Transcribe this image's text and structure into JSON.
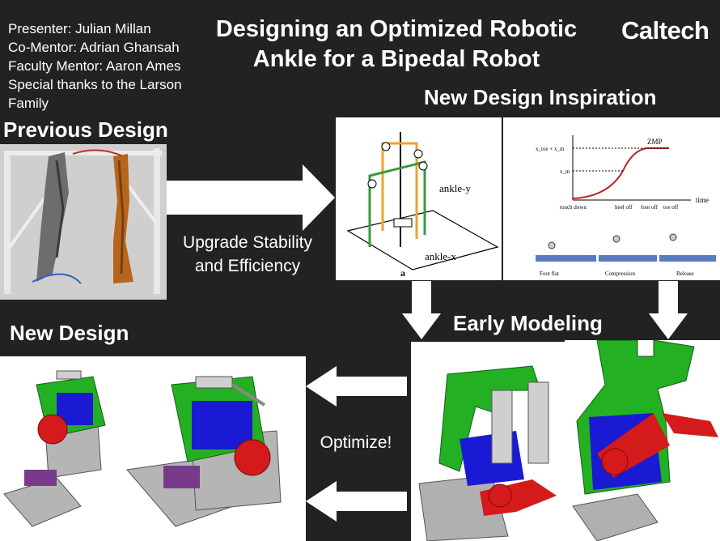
{
  "credits": {
    "presenter": "Presenter: Julian Millan",
    "co_mentor": "Co-Mentor: Adrian Ghansah",
    "faculty_mentor": "Faculty Mentor: Aaron Ames",
    "thanks_line1": "Special thanks to the Larson",
    "thanks_line2": "Family"
  },
  "title": {
    "line1": "Designing an Optimized Robotic",
    "line2": "Ankle for a Bipedal Robot"
  },
  "logo": {
    "text": "Caltech"
  },
  "sections": {
    "previous_design": "Previous Design",
    "new_design_inspiration": "New Design Inspiration",
    "early_modeling": "Early Modeling",
    "new_design": "New Design"
  },
  "arrows": {
    "upgrade_line1": "Upgrade Stability",
    "upgrade_line2": "and Efficiency",
    "optimize": "Optimize!"
  },
  "figure_left": {
    "ankle_y": "ankle-y",
    "ankle_x": "ankle-x",
    "label_a": "a"
  },
  "figure_right": {
    "zmp": "ZMP",
    "time": "time",
    "x_toe": "x_toe + x_m",
    "x_m": "x_m",
    "touch_down": "touch down",
    "heel_off": "heel off",
    "foot_off": "foot off",
    "toe_off": "toe off",
    "foot_flat": "Foot flat",
    "compression": "Compression",
    "release": "Release"
  },
  "colors": {
    "background": "#222222",
    "text": "#ffffff",
    "green": "#23b023",
    "red": "#d41a1a",
    "blue": "#1a1ad4",
    "grey": "#b5b5b5"
  }
}
